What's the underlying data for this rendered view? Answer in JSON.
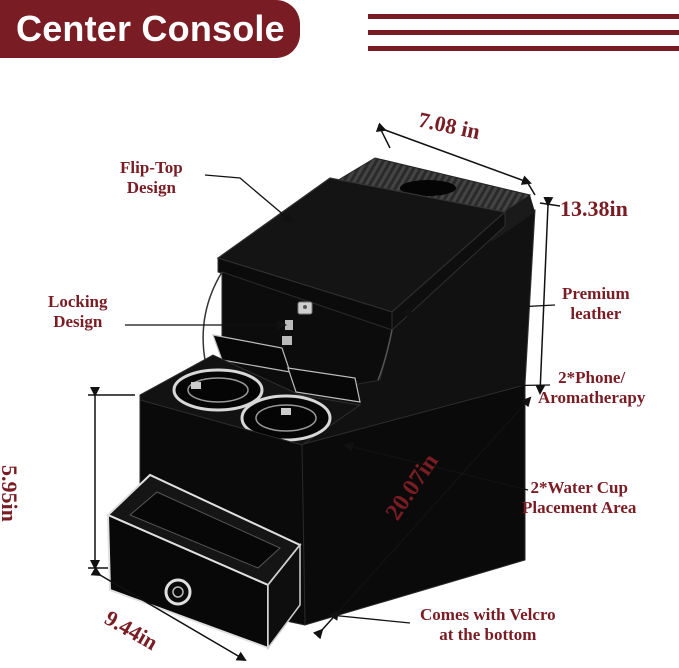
{
  "title": "Center Console",
  "colors": {
    "accent": "#7a1c24",
    "product": "#0c0c0c"
  },
  "dimensions": {
    "width_top": "7.08 in",
    "height_total": "13.38in",
    "height_front": "5.95in",
    "length": "20.07in",
    "width_front": "9.44in"
  },
  "callouts": {
    "flip_top": [
      "Flip-Top",
      "Design"
    ],
    "locking": [
      "Locking",
      "Design"
    ],
    "premium": [
      "Premium",
      "leather"
    ],
    "phone": [
      "2*Phone/",
      "Aromatherapy"
    ],
    "water_cup": [
      "2*Water Cup",
      "Placement Area"
    ],
    "velcro": [
      "Comes with Velcro",
      "at the bottom"
    ]
  }
}
